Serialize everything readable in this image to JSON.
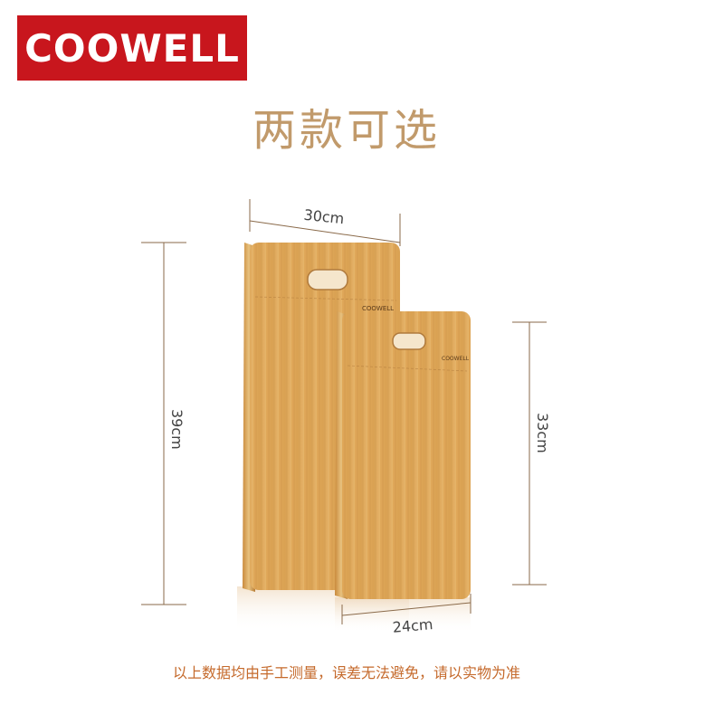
{
  "brand": {
    "logo_text": "COOWELL",
    "board_mark": "COOWELL"
  },
  "headline": "两款可选",
  "dimensions": {
    "large_width": "30cm",
    "large_height": "39cm",
    "small_width": "24cm",
    "small_height": "33cm"
  },
  "footnote": "以上数据均由手工测量，误差无法避免，请以实物为准",
  "colors": {
    "logo_bg": "#c8161d",
    "headline": "#c19a6b",
    "footnote": "#c56a2c",
    "line": "#8a6a4a",
    "wood": "#d9a152"
  }
}
